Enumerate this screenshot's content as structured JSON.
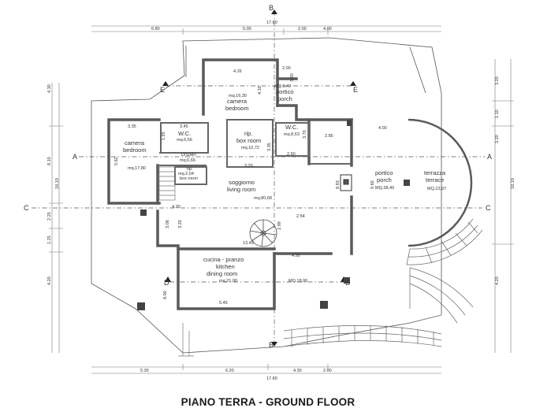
{
  "caption": "PIANO TERRA - GROUND FLOOR",
  "section_markers": {
    "a_left": "A",
    "a_right": "A",
    "b_top": "B",
    "b_bottom": "B",
    "c_left": "C",
    "c_right": "C",
    "d_left": "D",
    "d_right": "D",
    "e_left": "E",
    "e_right": "E"
  },
  "rooms": {
    "camera_top": [
      "camera",
      "bedroom"
    ],
    "camera_top_area": "mq.16,30",
    "camera_left": [
      "camera",
      "bedroom"
    ],
    "camera_left_area": "mq.17,80",
    "wc_left": "W.C.",
    "wc_left_area": "mq.6,56",
    "wc_right": "W.C.",
    "wc_right_area": "mq.8,63",
    "box_room": [
      "rip.",
      "box room"
    ],
    "box_room_area": "mq.10,72",
    "small_box": [
      "rip.",
      "box room"
    ],
    "small_box_area": "mq.2,04",
    "disimp": "DISIMP.",
    "disimp_area": "mq.6,66",
    "soggiorno": [
      "soggiorno",
      "living room"
    ],
    "soggiorno_area": "mq.80,68",
    "portico_top": [
      "portico",
      "porch"
    ],
    "portico_top_area": "MQ.6,40",
    "portico_right": [
      "portico",
      "porch"
    ],
    "portico_right_area": "MQ.38,40",
    "terrazza": [
      "terrazza",
      "terrace"
    ],
    "terrazza_area": "MQ.23,97",
    "cucina": [
      "cucina - pranzo",
      "kitchen",
      "dining room"
    ],
    "cucina_area": "mq.21,00",
    "porch_bottom_area": "MQ.18,06"
  },
  "dimensions": {
    "top_total": "17.80",
    "top_a": "6.80",
    "top_b": "5.00",
    "top_c": "2.00",
    "top_d": "4.00",
    "bottom_total": "17.80",
    "bottom_a": "5.30",
    "bottom_b": "6.20",
    "bottom_c": "4.30",
    "bottom_d": "2.00",
    "left_total": "18.10",
    "left_a": "4.30",
    "left_b": "8.10",
    "left_c": "2.25",
    "left_d": "1.25",
    "left_e": "4.20",
    "right_total": "18.10",
    "right_a": "3.20",
    "right_b": "1.10",
    "right_c": "3.20",
    "right_d": "4.20",
    "int_426": "4.26",
    "int_410": "4.10",
    "int_335": "3.35",
    "int_345": "3.45",
    "int_195": "1.95",
    "int_562": "5.62",
    "int_335b": "3.35",
    "int_320": "3.20",
    "int_260": "2.60",
    "int_285": "2.85",
    "int_370": "3.70",
    "int_400": "4.00",
    "int_893": "8.93",
    "int_960": "9.60",
    "int_200": "2.00",
    "int_320c": "3.20",
    "int_430": "4.30",
    "int_306": "3.06",
    "int_320b": "3.20",
    "int_254": "2.54",
    "int_299": "2.99",
    "int_1345": "13.45",
    "int_430b": "4.30",
    "int_545": "5.45",
    "int_800": "8.00"
  }
}
